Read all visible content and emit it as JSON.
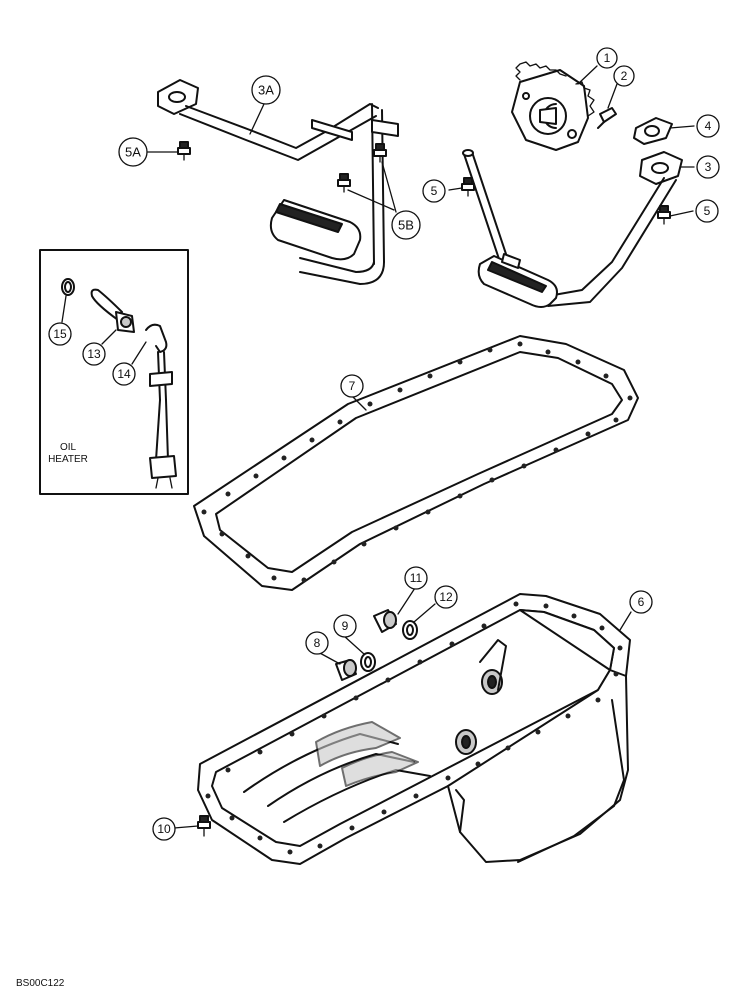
{
  "diagram": {
    "callouts": {
      "c1": "1",
      "c2": "2",
      "c3": "3",
      "c3a": "3A",
      "c4": "4",
      "c5_left": "5",
      "c5_right": "5",
      "c5a": "5A",
      "c5b": "5B",
      "c6": "6",
      "c7": "7",
      "c8": "8",
      "c9": "9",
      "c10": "10",
      "c11": "11",
      "c12": "12",
      "c13": "13",
      "c14": "14",
      "c15": "15"
    },
    "inset": {
      "title_line1": "OIL",
      "title_line2": "HEATER"
    },
    "figure_code": "BS00C122"
  }
}
